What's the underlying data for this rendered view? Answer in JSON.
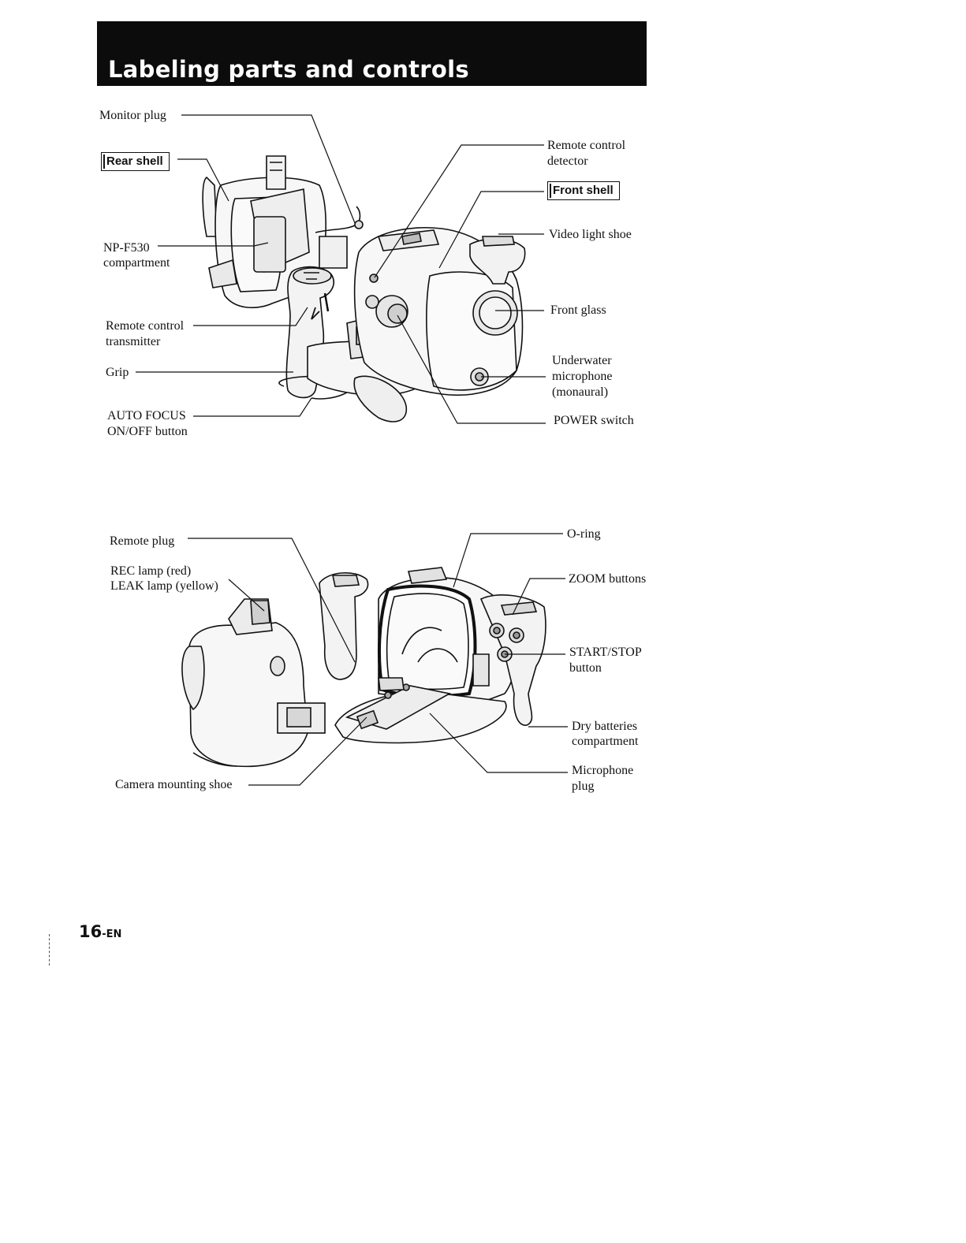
{
  "page": {
    "title": "Labeling parts and controls",
    "page_number": "16",
    "page_suffix": "-EN"
  },
  "top_figure": {
    "labels": {
      "monitor_plug": "Monitor plug",
      "rear_shell": "Rear shell",
      "np_f530_1": "NP-F530",
      "np_f530_2": "compartment",
      "remote_transmitter_1": "Remote control",
      "remote_transmitter_2": "transmitter",
      "grip": "Grip",
      "auto_focus_1": "AUTO FOCUS",
      "auto_focus_2": "ON/OFF button",
      "remote_detector_1": "Remote control",
      "remote_detector_2": "detector",
      "front_shell": "Front shell",
      "video_light_shoe": "Video light shoe",
      "front_glass": "Front glass",
      "underwater_mic_1": "Underwater",
      "underwater_mic_2": "microphone",
      "underwater_mic_3": "(monaural)",
      "power_switch": "POWER switch"
    }
  },
  "bottom_figure": {
    "labels": {
      "remote_plug": "Remote plug",
      "rec_lamp": "REC lamp (red)",
      "leak_lamp": "LEAK lamp (yellow)",
      "camera_mounting_shoe": "Camera mounting shoe",
      "o_ring": "O-ring",
      "zoom_buttons": "ZOOM buttons",
      "start_stop_1": "START/STOP",
      "start_stop_2": "button",
      "dry_batteries_1": "Dry batteries",
      "dry_batteries_2": "compartment",
      "microphone_plug_1": "Microphone",
      "microphone_plug_2": "plug"
    }
  }
}
